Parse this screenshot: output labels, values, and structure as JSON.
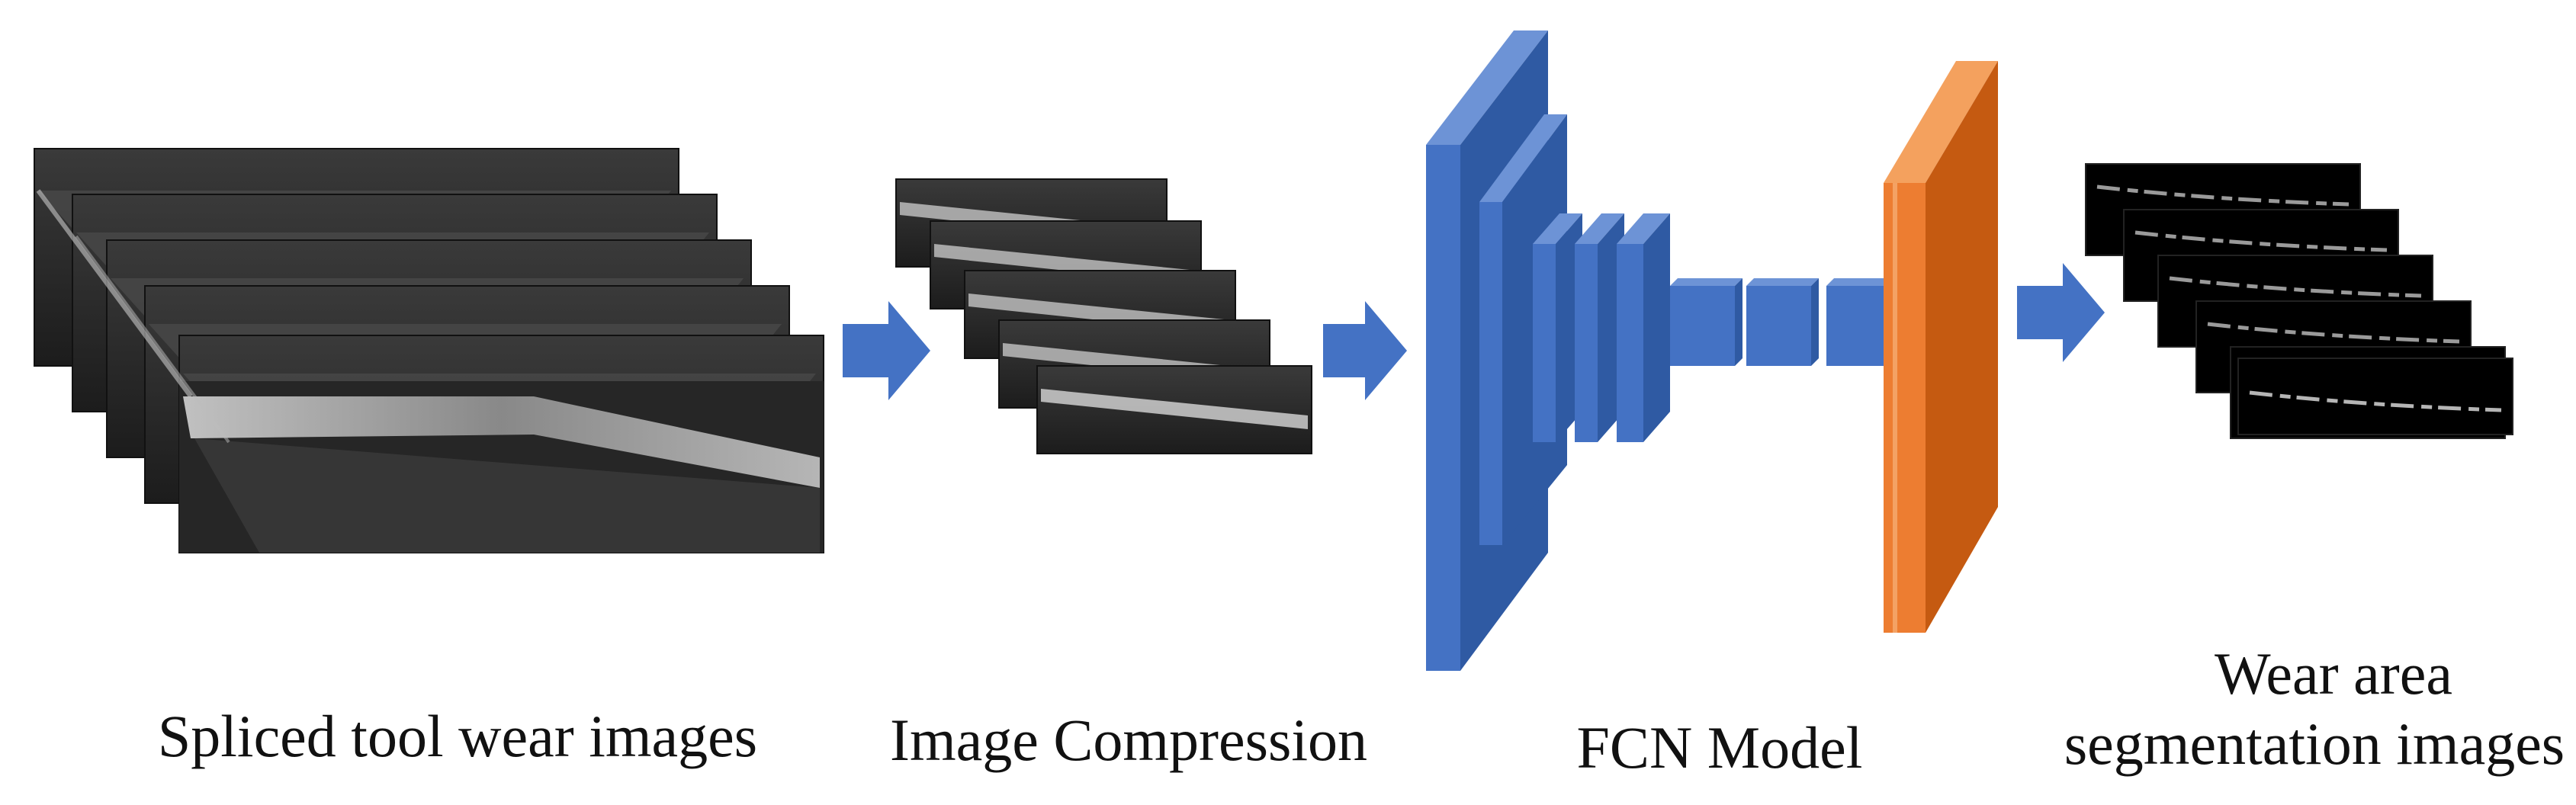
{
  "stages": {
    "input": {
      "label": "Spliced tool wear images"
    },
    "compression": {
      "label": "Image Compression"
    },
    "model": {
      "label": "FCN Model"
    },
    "output": {
      "label_line1": "Wear area",
      "label_line2": "segmentation images"
    }
  },
  "colors": {
    "arrow": "#4472C4",
    "encoder_block": "#4472C4",
    "decoder_block": "#ED7D31",
    "photo_dark": "#2b2b2b",
    "mask_background": "#000000"
  },
  "icons": {
    "flow_arrow": "right-arrow-icon"
  }
}
